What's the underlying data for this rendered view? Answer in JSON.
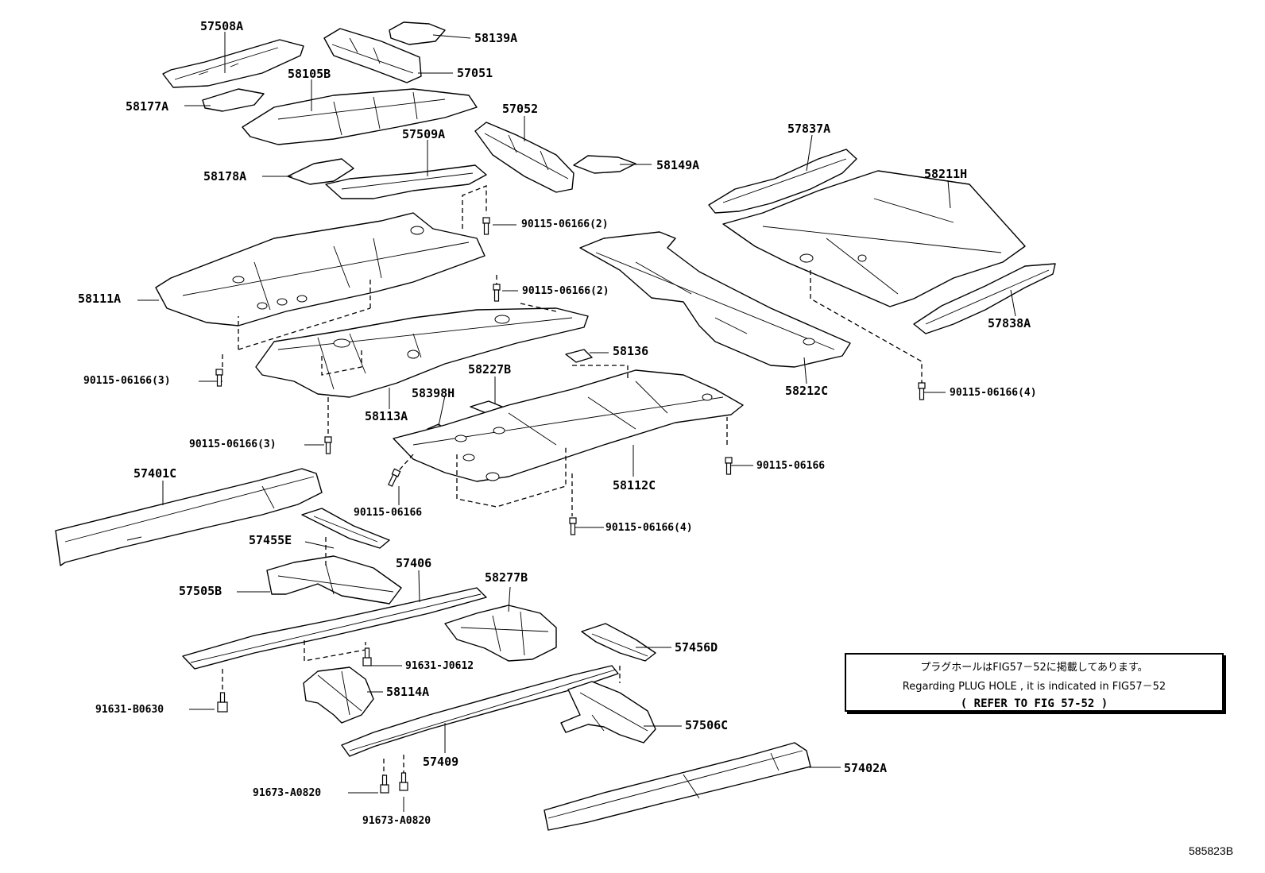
{
  "parts": {
    "p57508A": "57508A",
    "p58139A": "58139A",
    "p57051": "57051",
    "p58105B": "58105B",
    "p58177A": "58177A",
    "p57052": "57052",
    "p57509A": "57509A",
    "p58149A": "58149A",
    "p58178A": "58178A",
    "p57837A": "57837A",
    "p58211H": "58211H",
    "p58111A": "58111A",
    "p58212C": "58212C",
    "p57838A": "57838A",
    "p58136": "58136",
    "p58227B": "58227B",
    "p58398H": "58398H",
    "p58113A": "58113A",
    "p58112C": "58112C",
    "p57401C": "57401C",
    "p57455E": "57455E",
    "p57406": "57406",
    "p57505B": "57505B",
    "p58277B": "58277B",
    "p57456D": "57456D",
    "p58114A": "58114A",
    "p57506C": "57506C",
    "p57409": "57409",
    "p57402A": "57402A"
  },
  "fasteners": {
    "f1": "90115-06166(2)",
    "f2": "90115-06166(2)",
    "f3": "90115-06166(3)",
    "f4": "90115-06166(3)",
    "f5": "90115-06166(4)",
    "f6": "90115-06166",
    "f7": "90115-06166",
    "f8": "90115-06166(4)",
    "f9": "91631-J0612",
    "f10": "91631-B0630",
    "f11": "91673-A0820",
    "f12": "91673-A0820"
  },
  "note": {
    "line1": "プラグホールはFIG57－52に掲載してあります。",
    "line2": "Regarding PLUG HOLE , it is indicated in FIG57－52",
    "line3": "(  REFER TO FIG 57-52  )"
  },
  "figure_id": "585823B"
}
